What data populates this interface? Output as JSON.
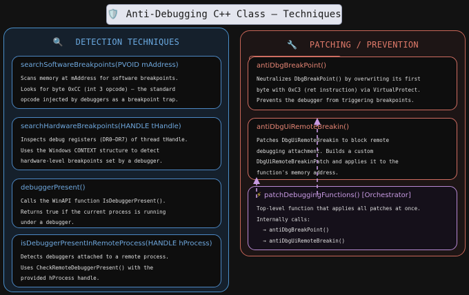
{
  "title": {
    "icon": "🛡️",
    "text": "Anti-Debugging C++ Class — Techniques"
  },
  "detection": {
    "icon": "🔍",
    "heading": "DETECTION TECHNIQUES",
    "cards": [
      {
        "sig": "searchSoftwareBreakpoints(PVOID mAddress)",
        "lines": [
          "Scans memory at mAddress for software breakpoints.",
          "Looks for byte 0xCC (int 3 opcode) — the standard",
          "opcode injected by debuggers as a breakpoint trap."
        ]
      },
      {
        "sig": "searchHardwareBreakpoints(HANDLE tHandle)",
        "lines": [
          "Inspects debug registers (DR0–DR7) of thread tHandle.",
          "Uses the Windows CONTEXT structure to detect",
          "hardware-level breakpoints set by a debugger."
        ]
      },
      {
        "sig": "debuggerPresent()",
        "lines": [
          "Calls the WinAPI function IsDebuggerPresent().",
          "Returns true if the current process is running",
          "under a debugger."
        ]
      },
      {
        "sig": "isDebuggerPresentInRemoteProcess(HANDLE hProcess)",
        "lines": [
          "Detects debuggers attached to a remote process.",
          "Uses CheckRemoteDebuggerPresent() with the",
          "provided hProcess handle."
        ]
      }
    ]
  },
  "patching": {
    "icon": "🔧",
    "heading": "PATCHING / PREVENTION",
    "cards": [
      {
        "sig": "antiDbgBreakPoint()",
        "lines": [
          "Neutralizes DbgBreakPoint() by overwriting its first",
          "byte with 0xC3 (ret instruction) via VirtualProtect.",
          "Prevents the debugger from triggering breakpoints."
        ]
      },
      {
        "sig": "antiDbgUiRemoteBreakin()",
        "lines": [
          "Patches DbgUiRemoteBreakin to block remote",
          "debugging attachment. Builds a custom",
          "DbgUiRemoteBreakinPatch and applies it to the",
          "function's memory address."
        ]
      }
    ],
    "orchestrator": {
      "icon": "⚡",
      "sig": "patchDebuggingFunctions()  [Orchestrator]",
      "lines": [
        "Top-level function that applies all patches at once.",
        "Internally calls:",
        "  → antiDbgBreakPoint()",
        "  → antiDbgUiRemoteBreakin()"
      ]
    }
  },
  "colors": {
    "detection_accent": "#4d88c4",
    "patching_accent": "#d06e62",
    "orchestrator_accent": "#b98ad6",
    "background": "#121212"
  }
}
